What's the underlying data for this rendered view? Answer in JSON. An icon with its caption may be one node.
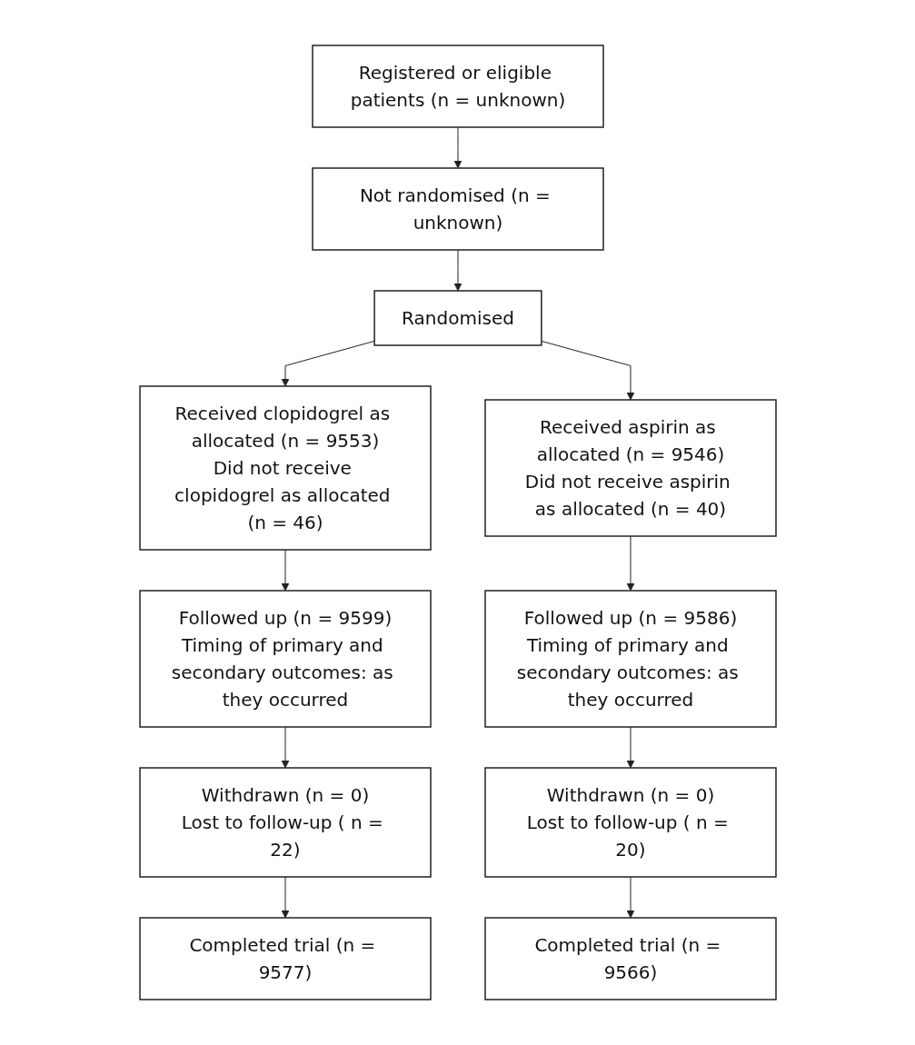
{
  "diagram": {
    "nodes": [
      {
        "text": [
          "Registered or eligible patients (n = unknown)"
        ]
      },
      {
        "text": [
          "Not randomised (n = unknown)"
        ]
      },
      {
        "text": [
          "Randomised"
        ]
      },
      {
        "text": [
          "Received clopidogrel as allocated (n = 9553)",
          "Did not receive clopidogrel as allocated (n = 46)"
        ]
      },
      {
        "text": [
          "Received aspirin as allocated (n = 9546)",
          "Did not receive aspirin as allocated (n = 40)"
        ]
      },
      {
        "text": [
          "Followed up (n = 9599)",
          "Timing of primary and secondary outcomes: as they occurred"
        ]
      },
      {
        "text": [
          "Followed up (n = 9586)",
          "Timing of primary and secondary outcomes: as they occurred"
        ]
      },
      {
        "text": [
          "Withdrawn (n = 0)",
          "Lost to follow-up ( n = 22)"
        ]
      },
      {
        "text": [
          "Withdrawn (n = 0)",
          "Lost to follow-up ( n = 20)"
        ]
      },
      {
        "text": [
          "Completed trial (n = 9577)"
        ]
      },
      {
        "text": [
          "Completed trial (n = 9566)"
        ]
      }
    ],
    "edges": [
      {
        "from": 0,
        "to": 1,
        "arrow": "to"
      },
      {
        "from": 1,
        "to": 2,
        "arrow": "to"
      },
      {
        "from": 2,
        "to": 3,
        "arrow": "to"
      },
      {
        "from": 2,
        "to": 4,
        "arrow": "to"
      },
      {
        "from": 3,
        "to": 5,
        "arrow": "to"
      },
      {
        "from": 4,
        "to": 6,
        "arrow": "to"
      },
      {
        "from": 5,
        "to": 7,
        "arrow": "to"
      },
      {
        "from": 6,
        "to": 8,
        "arrow": "to"
      },
      {
        "from": 7,
        "to": 9,
        "arrow": "to"
      },
      {
        "from": 8,
        "to": 10,
        "arrow": "to"
      }
    ]
  }
}
